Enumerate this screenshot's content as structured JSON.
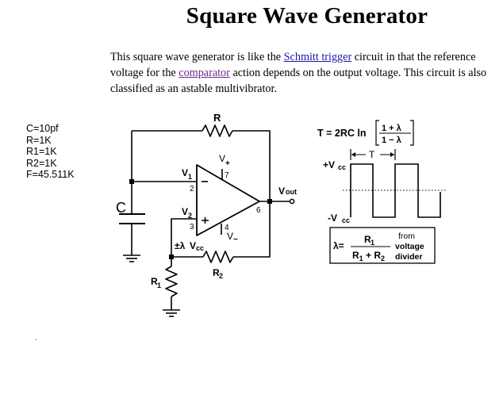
{
  "title": "Square Wave Generator",
  "intro": {
    "t1": "This square wave generator is like the ",
    "link1": "Schmitt trigger",
    "t2": " circuit in that the reference voltage for the ",
    "link2": "comparator",
    "t3": " action depends on the output voltage. This circuit is also classified as an astable multivibrator."
  },
  "params": [
    "C=10pf",
    "R=1K",
    "R1=1K",
    "R2=1K",
    "F=45.511K"
  ],
  "circuit": {
    "R": "R",
    "C": "C",
    "V1": "V",
    "V1_sub": "1",
    "V2": "V",
    "V2_sub": "2",
    "pin2": "2",
    "pin3": "3",
    "pin4": "4",
    "pin6": "6",
    "pin7": "7",
    "vplus": "V",
    "vplus_sub": "+",
    "vminus": "V",
    "vminus_sub": "−",
    "minus_sign": "−",
    "plus_sign": "+",
    "vout": "V",
    "vout_sub": "out",
    "ref_pm": "±λ",
    "ref_v": "V",
    "ref_sub": "cc",
    "R1": "R",
    "R1_sub": "1",
    "R2": "R",
    "R2_sub": "2"
  },
  "formula": {
    "lhs": "T = 2RC ln",
    "num": "1 + λ",
    "den": "1 − λ"
  },
  "waveform": {
    "T": "T",
    "plus_v": "+V",
    "plus_sub": "cc",
    "minus_v": "-V",
    "minus_sub": "cc"
  },
  "lambda_box": {
    "lhs": "λ=",
    "num": "R",
    "num_sub": "1",
    "den_a": "R",
    "den_a_sub": "1",
    "den_plus": " + ",
    "den_b": "R",
    "den_b_sub": "2",
    "note1": "from",
    "note2": "voltage",
    "note3": "divider"
  }
}
